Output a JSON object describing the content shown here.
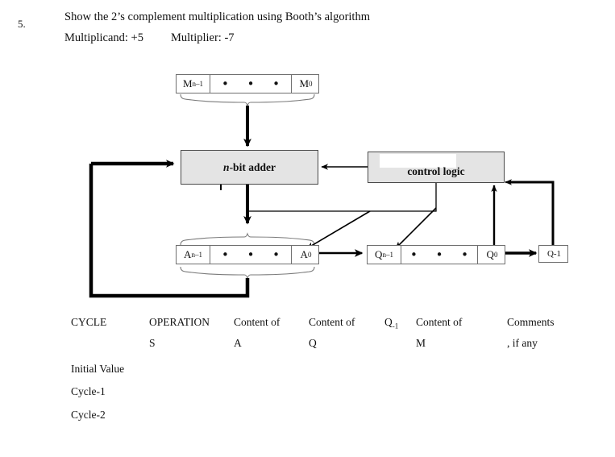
{
  "question": {
    "number": "5.",
    "prompt": "Show the 2’s complement multiplication using Booth’s algorithm",
    "multiplicand_label": "Multiplicand: +5",
    "multiplier_label": "Multiplier:  -7"
  },
  "diagram": {
    "title": "booth-multiplier-block-diagram",
    "colors": {
      "box_fill": "#e4e4e4",
      "box_border": "#4a4a4a",
      "register_border": "#6f6f6f",
      "line": "#000000",
      "background": "#ffffff"
    },
    "m_register": {
      "name": "M register",
      "high_bit": "M",
      "high_bit_sub": "n–1",
      "middle": "•  •  •",
      "low_bit": "M",
      "low_bit_sub": "0"
    },
    "a_register": {
      "name": "A register",
      "high_bit": "A",
      "high_bit_sub": "n–1",
      "middle": "•  •  •",
      "low_bit": "A",
      "low_bit_sub": "0"
    },
    "q_register": {
      "name": "Q register",
      "high_bit": "Q",
      "high_bit_sub": "n–1",
      "middle": "•  •  •",
      "low_bit": "Q",
      "low_bit_sub": "0"
    },
    "q_minus_one": {
      "name": "Q minus one bit",
      "label": "Q-1"
    },
    "adder": {
      "label_italic": "n",
      "label_rest": "-bit adder"
    },
    "control_logic": {
      "label": "control logic"
    }
  },
  "answer_table": {
    "headers": [
      {
        "line1": "CYCLE",
        "line2": ""
      },
      {
        "line1": "OPERATION",
        "line2": "S"
      },
      {
        "line1": "Content   of",
        "line2": "A"
      },
      {
        "line1": "Content   of",
        "line2": "Q"
      },
      {
        "line1": "Q",
        "line1_sub": "-1",
        "line2": ""
      },
      {
        "line1": "Content   of",
        "line2": "M"
      },
      {
        "line1": "Comments",
        "line2": ", if any"
      }
    ],
    "rows": [
      {
        "cycle": "Initial Value",
        "operation": "",
        "a": "",
        "q": "",
        "q_minus_1": "",
        "m": "",
        "comments": ""
      },
      {
        "cycle": "Cycle-1",
        "operation": "",
        "a": "",
        "q": "",
        "q_minus_1": "",
        "m": "",
        "comments": ""
      },
      {
        "cycle": "Cycle-2",
        "operation": "",
        "a": "",
        "q": "",
        "q_minus_1": "",
        "m": "",
        "comments": ""
      }
    ]
  }
}
